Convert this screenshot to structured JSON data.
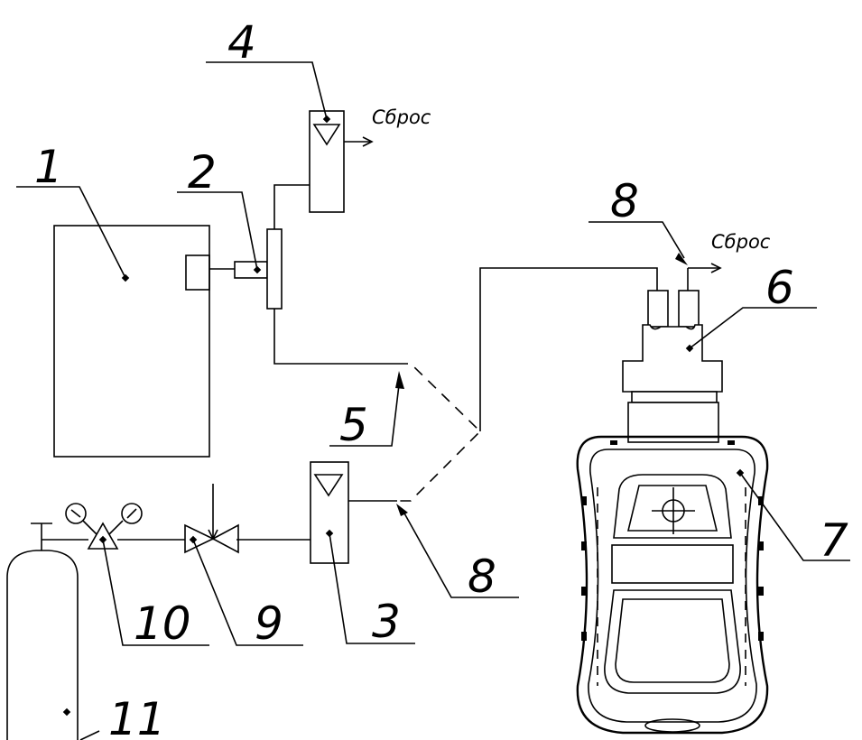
{
  "labels": {
    "l1": "1",
    "l2": "2",
    "l3": "3",
    "l4": "4",
    "l5": "5",
    "l6": "6",
    "l7": "7",
    "l8a": "8",
    "l8b": "8",
    "l9": "9",
    "l10": "10",
    "l11": "11"
  },
  "vent": {
    "top": "Сброс",
    "right": "Сброс"
  }
}
